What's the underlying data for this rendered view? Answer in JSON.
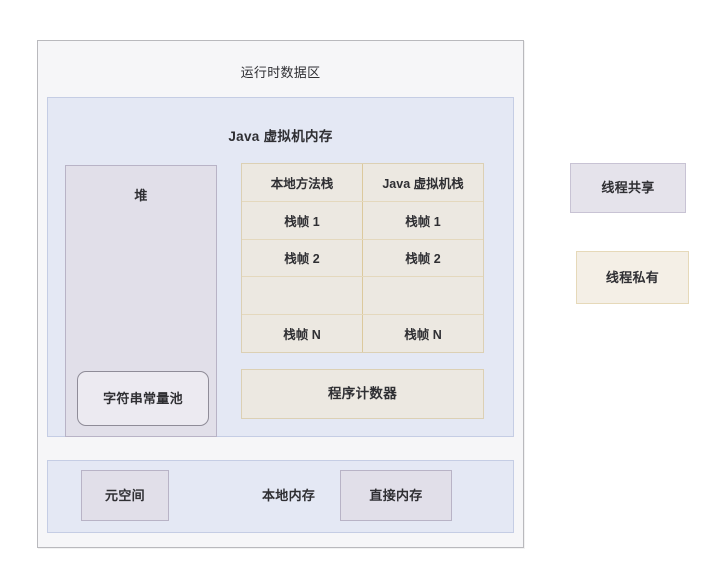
{
  "diagram": {
    "title": "运行时数据区",
    "jvm_panel": {
      "title": "Java 虚拟机内存",
      "heap": {
        "label": "堆",
        "string_pool": "字符串常量池"
      },
      "stacks_table": {
        "columns": [
          "本地方法栈",
          "Java 虚拟机栈"
        ],
        "rows": [
          [
            "栈帧 1",
            "栈帧 1"
          ],
          [
            "栈帧 2",
            "栈帧 2"
          ],
          [
            "",
            ""
          ],
          [
            "栈帧 N",
            "栈帧 N"
          ]
        ]
      },
      "program_counter": "程序计数器"
    },
    "native_panel": {
      "label": "本地内存",
      "metaspace": "元空间",
      "direct_memory": "直接内存"
    },
    "legend": [
      {
        "label": "线程共享",
        "color": "#e5e3eb",
        "border": "#c8c3d4"
      },
      {
        "label": "线程私有",
        "color": "#f4efe6",
        "border": "#e6d9b9"
      }
    ]
  }
}
